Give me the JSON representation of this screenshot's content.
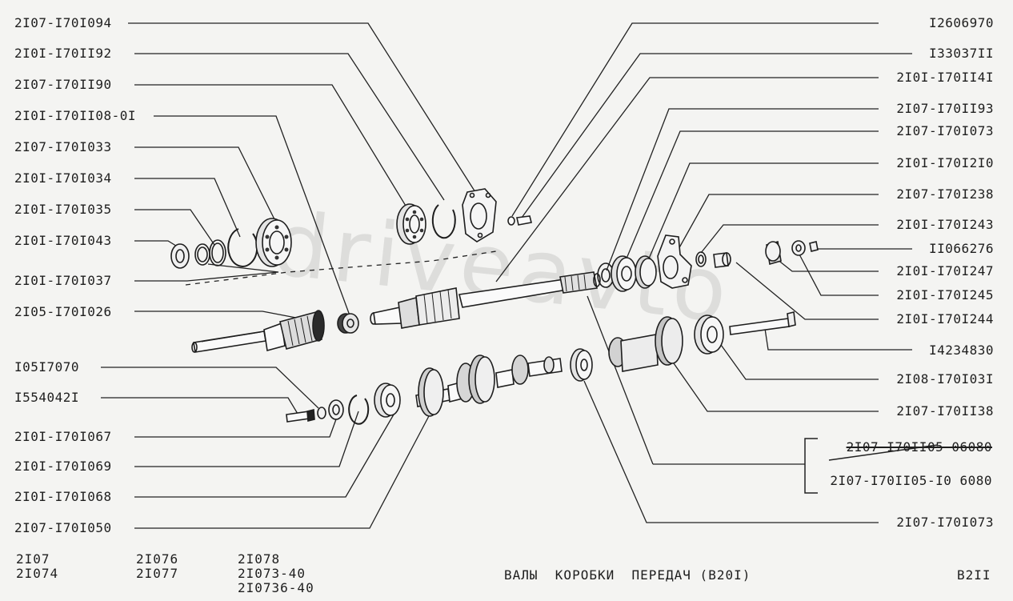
{
  "watermark": "driveavto",
  "labels_left": [
    "2I07-I70I094",
    "2I0I-I70II92",
    "2I07-I70II90",
    "2I0I-I70II08-0I",
    "2I07-I70I033",
    "2I0I-I70I034",
    "2I0I-I70I035",
    "2I0I-I70I043",
    "2I0I-I70I037",
    "2I05-I70I026",
    "I05I7070",
    "I554042I",
    "2I0I-I70I067",
    "2I0I-I70I069",
    "2I0I-I70I068",
    "2I07-I70I050"
  ],
  "labels_right": [
    "I2606970",
    "I33037II",
    "2I0I-I70II4I",
    "2I07-I70II93",
    "2I07-I70I073",
    "2I0I-I70I2I0",
    "2I07-I70I238",
    "2I0I-I70I243",
    "II066276",
    "2I0I-I70I247",
    "2I0I-I70I245",
    "2I0I-I70I244",
    "I4234830",
    "2I08-I70I03I",
    "2I07-I70II38",
    "2I07-I70II05 06080",
    "2I07-I70II05-I0 6080",
    "2I07-I70I073"
  ],
  "footer": {
    "models_col1": [
      "2I07",
      "2I074"
    ],
    "models_col2": [
      "2I076",
      "2I077"
    ],
    "models_col3": [
      "2I078",
      "2I073-40",
      "2I0736-40"
    ],
    "title": "ВАЛЫ  КОРОБКИ  ПЕРЕДАЧ (В20I)",
    "page_code": "В2II"
  }
}
